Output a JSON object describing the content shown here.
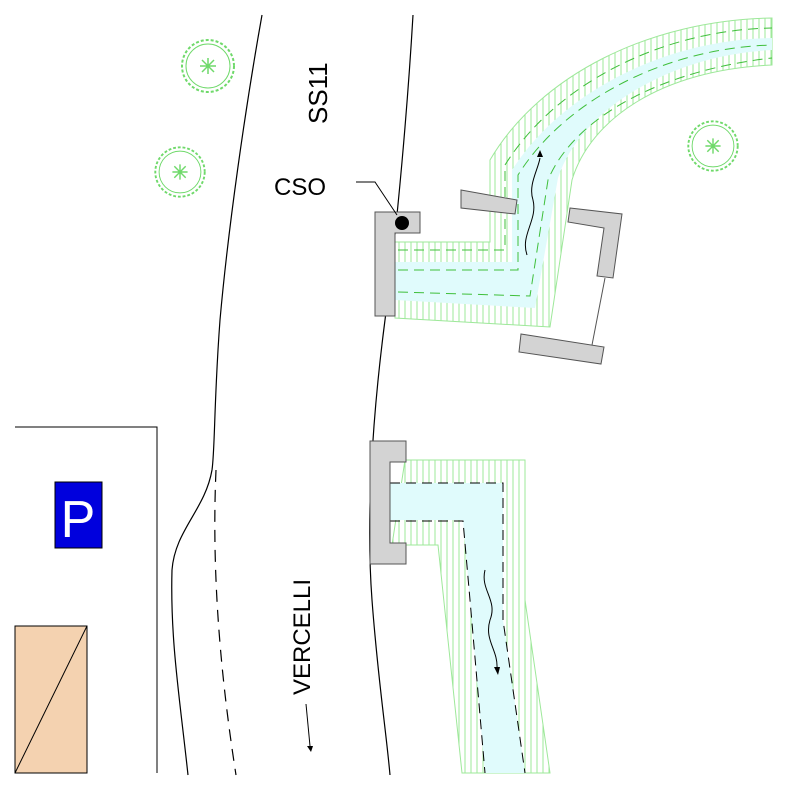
{
  "map": {
    "labels": {
      "road_name": "SS11",
      "street_name": "VERCELLI",
      "cso": "CSO",
      "parking": "P"
    },
    "colors": {
      "background": "#ffffff",
      "road_line": "#000000",
      "water": "#e0fbfc",
      "bank_hatch": "#9ee89a",
      "bank_dash": "#3fbf3a",
      "structure_fill": "#d3d3d3",
      "structure_stroke": "#555555",
      "tree": "#6fd96a",
      "parking_bg": "#0000dd",
      "parking_fg": "#ffffff",
      "building_fill": "#f4d2b0"
    },
    "icons": [
      "tree-icon",
      "parking-icon",
      "flow-arrow-icon",
      "cso-point-icon"
    ]
  }
}
